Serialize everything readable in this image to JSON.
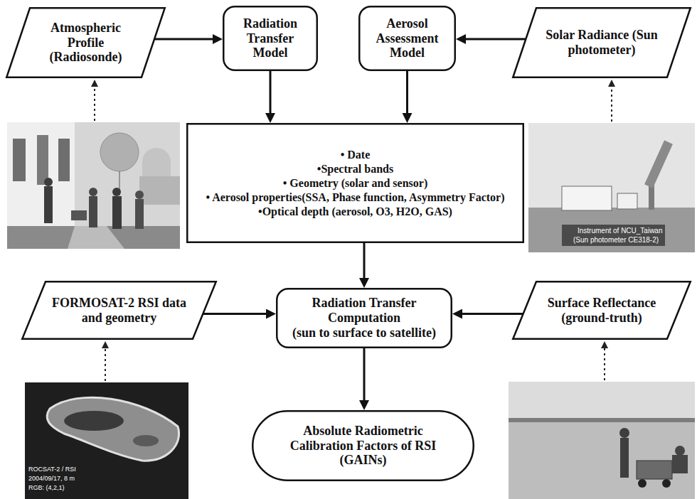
{
  "diagram": {
    "nodes": [
      {
        "text": [
          "Atmospheric Profile (Radiosonde)"
        ]
      },
      {
        "text": [
          "Radiation Transfer Model"
        ]
      },
      {
        "text": [
          "Aerosol Assessment Model"
        ]
      },
      {
        "text": [
          "Solar Radiance (Sun photometer)"
        ]
      },
      {
        "text": [
          "• Date",
          "•Spectral bands",
          "• Geometry (solar and sensor)",
          "• Aerosol properties(SSA, Phase function, Asymmetry Factor)",
          "•Optical depth (aerosol, O3, H2O, GAS)"
        ]
      },
      {
        "text": [
          "FORMOSAT-2 RSI data and geometry"
        ]
      },
      {
        "text": [
          "Radiation Transfer Computation",
          "(sun to surface to satellite)"
        ]
      },
      {
        "text": [
          "Surface Reflectance (ground-truth)"
        ]
      },
      {
        "text": [
          "Absolute Radiometric Calibration Factors of RSI (GAINs)"
        ]
      }
    ],
    "edges": [
      {
        "from": 0,
        "to": 1,
        "arrow": "to"
      },
      {
        "from": 3,
        "to": 2,
        "arrow": "to"
      },
      {
        "from": 1,
        "to": 4,
        "arrow": "to"
      },
      {
        "from": 2,
        "to": 4,
        "arrow": "to"
      },
      {
        "from": 4,
        "to": 6,
        "arrow": "to"
      },
      {
        "from": 5,
        "to": 6,
        "arrow": "to"
      },
      {
        "from": 7,
        "to": 6,
        "arrow": "to"
      },
      {
        "from": 6,
        "to": 8,
        "arrow": "to"
      }
    ],
    "labels": [
      "Instrument of NCU_Taiwan",
      "(Sun photometer CE318-2)",
      "ROCSAT-2 / RSI",
      "2004/09/17, 8 m",
      "RGB: (4,2,1)"
    ]
  }
}
